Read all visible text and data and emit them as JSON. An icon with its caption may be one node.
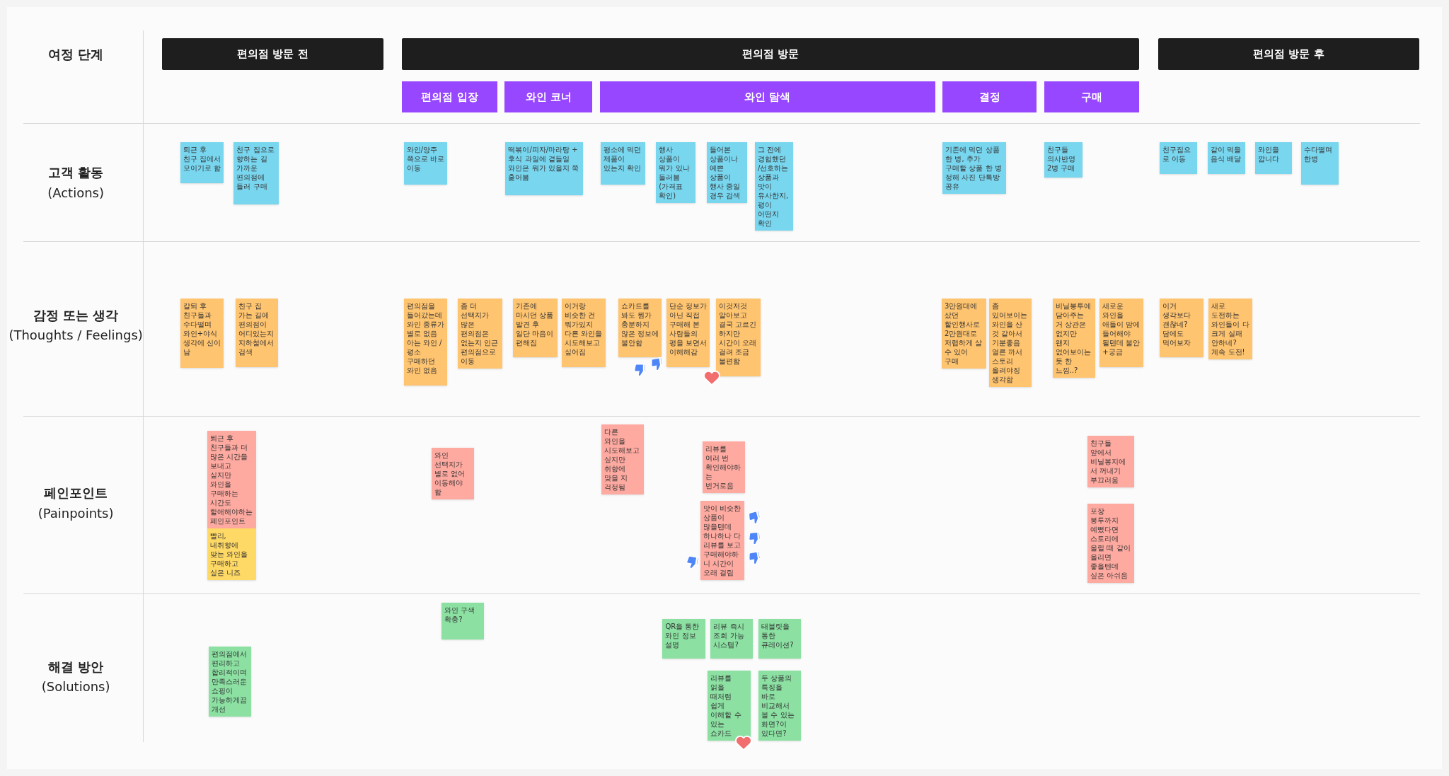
{
  "diagram": {
    "nodes": [
      {
        "text": [
          "편의점 방문 전"
        ]
      },
      {
        "text": [
          "편의점 방문"
        ]
      },
      {
        "text": [
          "편의점 방문 후"
        ]
      },
      {
        "text": [
          "편의점 입장"
        ]
      },
      {
        "text": [
          "와인 코너"
        ]
      },
      {
        "text": [
          "와인 탐색"
        ]
      },
      {
        "text": [
          "결정"
        ]
      },
      {
        "text": [
          "구매"
        ]
      },
      {
        "text": [
          "퇴근 후 친구 집에서 모이기로 함"
        ]
      },
      {
        "text": [
          "친구 집으로 향하는 길 가까운 편의점에 들러 구매"
        ]
      },
      {
        "text": [
          "와인/양주 쪽으로 바로 이동"
        ]
      },
      {
        "text": [
          "떡볶이/피자/마라탕 + 후식 과일에 곁들일 와인은 뭐가 있을지 쭉 훑어봄"
        ]
      },
      {
        "text": [
          "평소에 먹던 제품이 있는지 확인"
        ]
      },
      {
        "text": [
          "행사 상품이 뭐가 있나 둘러봄 (가격표 확인)"
        ]
      },
      {
        "text": [
          "들어본 상품이나 예쁜 상품이 행사 중일 경우 검색"
        ]
      },
      {
        "text": [
          "그 전에 경험했던 /선호하는 상품과 맛이 유사한지, 평이 어떤지 확인"
        ]
      },
      {
        "text": [
          "기존에 먹던 상품 한 병, 추가 구매할 상품 한 병 정해 사진 단톡방 공유"
        ]
      },
      {
        "text": [
          "친구들 의사반영 2병 구매"
        ]
      },
      {
        "text": [
          "친구집으로 이동"
        ]
      },
      {
        "text": [
          "같이 먹을 음식 배달"
        ]
      },
      {
        "text": [
          "와인을 깝니다"
        ]
      },
      {
        "text": [
          "수다떨며 한병"
        ]
      },
      {
        "text": [
          "칼퇴 후 친구들과 수다떨며 와인+야식 생각에 신이 남"
        ]
      },
      {
        "text": [
          "친구 집 가는 길에 편의점이 어디있는지 지하철에서 검색"
        ]
      },
      {
        "text": [
          "편의점을 들어갔는데 와인 종류가 별로 없음 아는 와인 / 평소 구매하던 와인 없음"
        ]
      },
      {
        "text": [
          "좀 더 선택지가 많은 편의점은 없는지 인근 편의점으로 이동"
        ]
      },
      {
        "text": [
          "기존에 마시던 상품 발견 후 일단 마음이 편해짐"
        ]
      },
      {
        "text": [
          "이거랑 비슷한 건 뭐가있지 다른 와인을 시도해보고 싶어짐"
        ]
      },
      {
        "text": [
          "쇼카드를 봐도 뭔가 충분하지 않은 정보에 불안함"
        ]
      },
      {
        "text": [
          "단순 정보가 아닌 직접 구매해 본 사람들의 평을 보면서 이해해감"
        ]
      },
      {
        "text": [
          "이것저것 알아보고 결국 고르긴 하지만 시간이 오래 걸려 조금 불편함"
        ]
      },
      {
        "text": [
          "3만원대에 샀던 할인행사로 2만원대로 저렴하게 살 수 있어 구매"
        ]
      },
      {
        "text": [
          "좀 있어보이는 와인을 산 것 같아서 기분좋음 얼른 까서 스토리 올려야징 생각함"
        ]
      },
      {
        "text": [
          "비닐봉투에 담아주는 거 상관은 없지만 왠지 없어보이는 듯 한 느낌..?"
        ]
      },
      {
        "text": [
          "새로운 와인을 애들이 맘에 들어해야 될텐데 불안+궁금"
        ]
      },
      {
        "text": [
          "이거 생각보다 괜찮네? 담에도 먹어보자"
        ]
      },
      {
        "text": [
          "새로 도전하는 와인들이 다 크게 실패 안하네? 계속 도전!"
        ]
      },
      {
        "text": [
          "퇴근 후 친구들과 더 많은 시간을 보내고 싶지만 와인을 구매하는 시간도 할애해야하는 페인포인트"
        ]
      },
      {
        "text": [
          "빨리, 내취향에 맞는 와인을 구매하고 싶은 니즈"
        ]
      },
      {
        "text": [
          "와인 선택지가 별로 없어 이동해야 함"
        ]
      },
      {
        "text": [
          "다른 와인을 시도해보고 싶지만 취향에 맞을 지 걱정됨"
        ]
      },
      {
        "text": [
          "리뷰를 여러 번 확인해야하는 번거로움"
        ]
      },
      {
        "text": [
          "맛이 비슷한 상품이 많을텐데 하나하나 다 리뷰를 보고 구매해야하니 시간이 오래 걸림"
        ]
      },
      {
        "text": [
          "친구들 앞에서 비닐봉지에서 꺼내기 부끄러움"
        ]
      },
      {
        "text": [
          "포장 봉투까지 예뻤다면 스토리에 올릴 때 같이 올리면 좋을텐데 싶은 아쉬움"
        ]
      },
      {
        "text": [
          "와인 구색 확충?"
        ]
      },
      {
        "text": [
          "편의점에서 편리하고 합리적이며 만족스러운 쇼핑이 가능하게끔 개선"
        ]
      },
      {
        "text": [
          "QR을 통한 와인 정보 설명"
        ]
      },
      {
        "text": [
          "리뷰 즉시 조회 가능 시스템?"
        ]
      },
      {
        "text": [
          "태블릿을 통한 큐레이션?"
        ]
      },
      {
        "text": [
          "리뷰를 읽을 때처럼 쉽게 이해할 수 있는 쇼카드"
        ]
      },
      {
        "text": [
          "두 상품의 특징을 바로 비교해서 볼 수 있는 화면?이 있다면?"
        ]
      }
    ],
    "labels": [
      "여정 단계",
      "고객 활동",
      "(Actions)",
      "감정 또는 생각",
      "(Thoughts / Feelings)",
      "페인포인트",
      "(Painpoints)",
      "해결 방안",
      "(Solutions)"
    ]
  }
}
